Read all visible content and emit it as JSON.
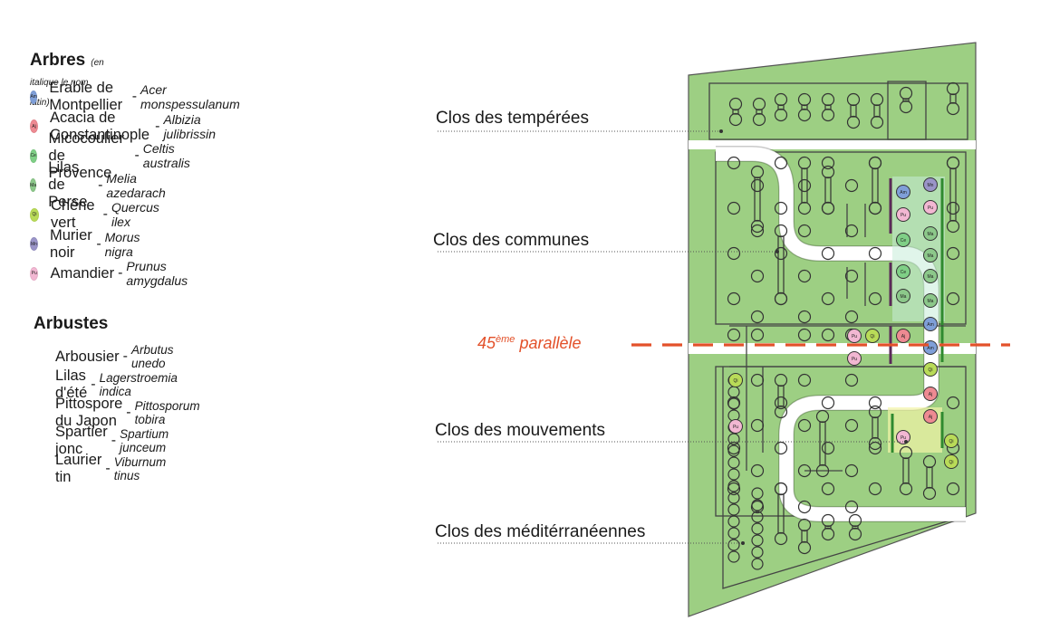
{
  "arbres": {
    "title": "Arbres",
    "note": "(en italique le nom latin)",
    "items": [
      {
        "code": "Am",
        "name": "Erable de Montpellier",
        "latin": "Acer monspessulanum",
        "color": "#7f9fd8"
      },
      {
        "code": "Aj",
        "name": "Acacia de Constantinople",
        "latin": "Albizia julibrissin",
        "color": "#ee8a92"
      },
      {
        "code": "Ce",
        "name": "Micocoulier de Provence",
        "latin": "Celtis australis",
        "color": "#7fcf86"
      },
      {
        "code": "Ma",
        "name": "Lilas de Perse",
        "latin": "Melia azedarach",
        "color": "#8cc88a"
      },
      {
        "code": "Qi",
        "name": "Chêne vert",
        "latin": "Quercus ilex",
        "color": "#b9db58"
      },
      {
        "code": "Mn",
        "name": "Murier noir",
        "latin": "Morus nigra",
        "color": "#9a94c8"
      },
      {
        "code": "Pu",
        "name": "Amandier",
        "latin": "Prunus amygdalus",
        "color": "#f2b7d2"
      }
    ]
  },
  "arbustes": {
    "title": "Arbustes",
    "items": [
      {
        "name": "Arbousier",
        "latin": "Arbutus unedo"
      },
      {
        "name": "Lilas d'été",
        "latin": "Lagerstroemia indica"
      },
      {
        "name": "Pittospore du Japon",
        "latin": "Pittosporum tobira"
      },
      {
        "name": "Spartier jonc",
        "latin": "Spartium junceum"
      },
      {
        "name": "Laurier tin",
        "latin": "Viburnum tinus"
      }
    ]
  },
  "separator": " - ",
  "clos": [
    {
      "label": "Clos des tempérées"
    },
    {
      "label": "Clos des communes"
    },
    {
      "label": "Clos des mouvements"
    },
    {
      "label": "Clos des méditérranéennes"
    }
  ],
  "parallel": {
    "num": "45",
    "sup": "ème",
    "text": " parallèle",
    "color": "#e3512a"
  },
  "map_trees": [
    {
      "code": "Am"
    },
    {
      "code": "Mn"
    },
    {
      "code": "Pu"
    },
    {
      "code": "Pu"
    },
    {
      "code": "Ce"
    },
    {
      "code": "Ma"
    },
    {
      "code": "Ce"
    },
    {
      "code": "Ma"
    },
    {
      "code": "Ma"
    },
    {
      "code": "Ma"
    },
    {
      "code": "Ma"
    },
    {
      "code": "Am"
    },
    {
      "code": "Pu"
    },
    {
      "code": "Qi"
    },
    {
      "code": "Aj"
    },
    {
      "code": "Pu"
    },
    {
      "code": "Am"
    },
    {
      "code": "Qi"
    },
    {
      "code": "Aj"
    },
    {
      "code": "Aj"
    },
    {
      "code": "Pu"
    },
    {
      "code": "Qi"
    },
    {
      "code": "Qi"
    },
    {
      "code": "Qi"
    },
    {
      "code": "Pu"
    }
  ],
  "colors": {
    "lawn": "#9dcf83",
    "path": "#ffffff",
    "border": "#444444",
    "hedge_dark": "#5a2a5a",
    "hedge_green": "#2f8a2f"
  }
}
